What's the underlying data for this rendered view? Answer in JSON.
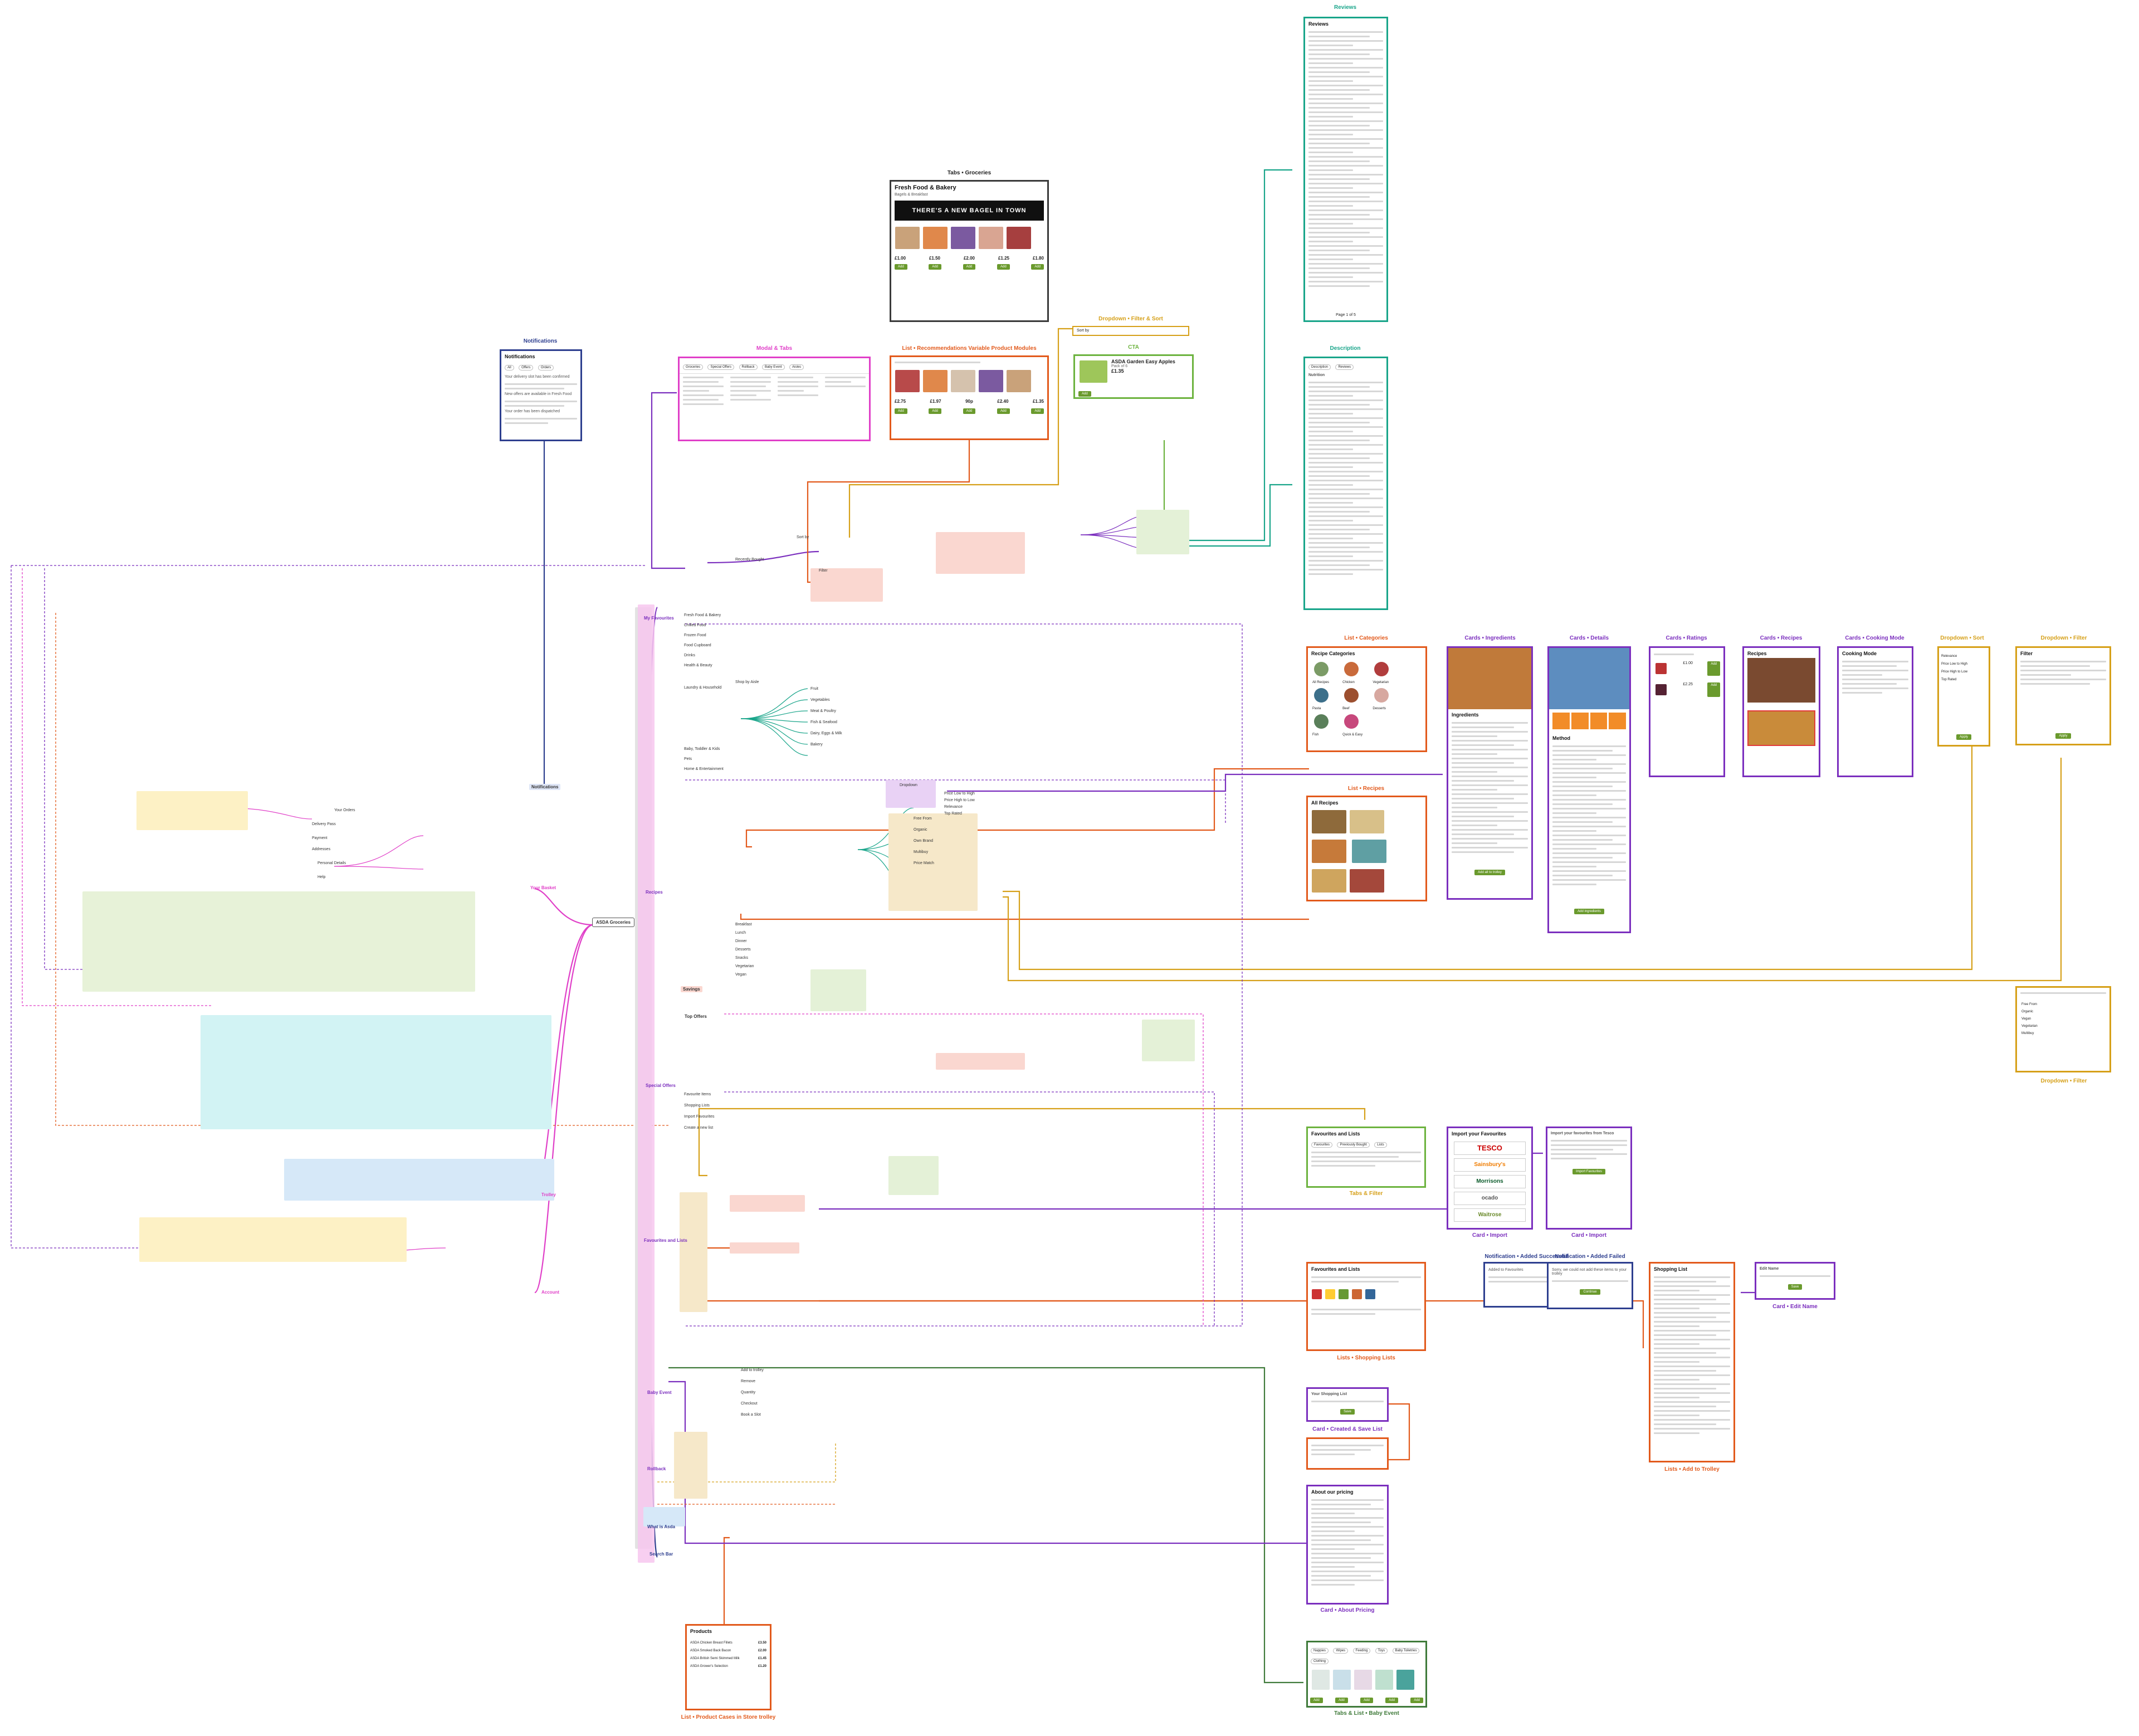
{
  "root": {
    "label": "ASDA Groceries"
  },
  "hubs": {
    "my_favourites": "My Favourites",
    "recipes": "Recipes",
    "savings": "Savings",
    "top_offers": "Top Offers",
    "special_offers": "Special Offers",
    "favourites_and_lists": "Favourites and Lists",
    "baby_event": "Baby Event",
    "rollback": "Rollback",
    "what_is_asda": "What is Asda",
    "search_bar": "Search Bar",
    "notifications": "Notifications",
    "your_basket": "Your Basket",
    "trolley": "Trolley",
    "account": "Account"
  },
  "tree_labels": [
    "Fresh Food & Bakery",
    "Chilled Food",
    "Frozen Food",
    "Food Cupboard",
    "Drinks",
    "Health & Beauty",
    "Laundry & Household",
    "Baby, Toddler & Kids",
    "Pets",
    "Home & Entertainment",
    "Fruit",
    "Vegetables",
    "Meat & Poultry",
    "Fish & Seafood",
    "Dairy, Eggs & Milk",
    "Bakery",
    "Recently Bought",
    "Shop by Aisle",
    "Sort by",
    "Filter",
    "Breakfast",
    "Lunch",
    "Dinner",
    "Desserts",
    "Snacks",
    "Vegetarian",
    "Vegan",
    "Your Orders",
    "Delivery Pass",
    "Payment",
    "Addresses",
    "Personal Details",
    "Help",
    "Favourite Items",
    "Shopping Lists",
    "Import Favourites",
    "Create a new list",
    "Add to trolley",
    "Remove",
    "Quantity",
    "Checkout",
    "Book a Slot",
    "Dropdown",
    "Price Low to High",
    "Price High to Low",
    "Relevance",
    "Top Rated",
    "Free From",
    "Organic",
    "Own Brand",
    "Multibuy",
    "Price Match"
  ],
  "screens": {
    "notifications": {
      "title": "Notifications",
      "heading": "Notifications",
      "tabs": [
        "All",
        "Offers",
        "Orders"
      ],
      "items": [
        "Your delivery slot has been confirmed",
        "New offers are available in Fresh Food",
        "Your order has been dispatched"
      ]
    },
    "tabs_groceries": {
      "title": "Tabs • Groceries",
      "heading": "Fresh Food & Bakery",
      "banner": "THERE'S A NEW BAGEL IN TOWN",
      "subheading": "Bagels & Breakfast",
      "prices": [
        "£1.00",
        "£1.50",
        "£2.00",
        "£1.25",
        "£1.80"
      ]
    },
    "list_recs": {
      "title": "List • Recommendations Variable Product Modules",
      "prices": [
        "£2.75",
        "£1.97",
        "90p",
        "£2.40",
        "£1.35"
      ]
    },
    "modal_tabs": {
      "title": "Modal & Tabs",
      "tabs": [
        "Groceries",
        "Special Offers",
        "Rollback",
        "Baby Event",
        "Aisles"
      ]
    },
    "dropdown_filter_sort": {
      "title": "Dropdown • Filter & Sort",
      "placeholder": "Sort by"
    },
    "cta": {
      "title": "CTA",
      "product": "ASDA Garden Easy Apples",
      "meta": "Pack of 6",
      "price": "£1.35",
      "button": "Add"
    },
    "reviews": {
      "title": "Reviews",
      "heading": "Reviews",
      "footer": "Page 1 of 5"
    },
    "description": {
      "title": "Description",
      "tabs": [
        "Description",
        "Reviews"
      ],
      "heading": "Nutrition"
    },
    "list_categories": {
      "title": "List • Categories",
      "heading": "Recipe Categories",
      "items": [
        "All Recipes",
        "Chicken",
        "Vegetarian",
        "Pasta",
        "Beef",
        "Desserts",
        "Fish",
        "Quick & Easy"
      ]
    },
    "card_ingredients": {
      "title": "Cards • Ingredients",
      "heading": "Ingredients",
      "button": "Add all to trolley"
    },
    "card_details": {
      "title": "Cards • Details",
      "heading": "Method",
      "button": "Add ingredients"
    },
    "card_ratings": {
      "title": "Cards • Ratings",
      "prices": [
        "£1.00",
        "£2.25"
      ]
    },
    "card_recipes": {
      "title": "Cards • Recipes",
      "heading": "Recipes"
    },
    "card_cooking_mode": {
      "title": "Cards • Cooking Mode",
      "heading": "Cooking Mode"
    },
    "dropdown_sort": {
      "title": "Dropdown • Sort",
      "options": [
        "Relevance",
        "Price Low to High",
        "Price High to Low",
        "Top Rated"
      ],
      "button": "Apply"
    },
    "dropdown_filter_top": {
      "title": "Dropdown • Filter",
      "heading": "Filter",
      "button": "Apply"
    },
    "list_recipes": {
      "title": "List • Recipes",
      "heading": "All Recipes"
    },
    "dropdown_filter_bottom": {
      "title": "Dropdown • Filter",
      "options": [
        "Free From",
        "Organic",
        "Vegan",
        "Vegetarian",
        "Multibuy"
      ]
    },
    "tabs_filter": {
      "title": "Tabs & Filter",
      "heading": "Favourites and Lists",
      "tabs": [
        "Favourites",
        "Previously Bought",
        "Lists"
      ]
    },
    "card_import": {
      "title": "Card • Import",
      "heading": "Import your Favourites",
      "brands": [
        "TESCO",
        "Sainsbury's",
        "Morrisons",
        "ocado",
        "Waitrose"
      ]
    },
    "card_import_2": {
      "title": "Card • Import",
      "heading": "Import your favourites from Tesco",
      "button": "Import Favourites"
    },
    "lists_shopping": {
      "title": "Lists • Shopping Lists",
      "heading": "Favourites and Lists"
    },
    "notif_added_success": {
      "title": "Notification • Added Successful",
      "text": "Added to Favourites"
    },
    "notif_added_failed": {
      "title": "Notification • Added Failed",
      "text": "Sorry, we could not add these items to your trolley",
      "button": "Continue"
    },
    "list_add_trolley": {
      "title": "Lists • Add to Trolley",
      "heading": "Shopping List"
    },
    "card_edit_name": {
      "title": "Card • Edit Name",
      "heading": "Edit Name",
      "button": "Save"
    },
    "card_create_list": {
      "title": "Card • Created & Save List",
      "heading": "Your Shopping List",
      "button": "Save"
    },
    "card_about_pricing": {
      "title": "Card • About Pricing",
      "heading": "About our pricing"
    },
    "product_cases": {
      "title": "List • Product Cases in Store trolley",
      "heading": "Products",
      "items": [
        {
          "name": "ASDA Chicken Breast Fillets",
          "price": "£3.50"
        },
        {
          "name": "ASDA Smoked Back Bacon",
          "price": "£2.00"
        },
        {
          "name": "ASDA British Semi Skimmed Milk",
          "price": "£1.45"
        },
        {
          "name": "ASDA Grower's Selection",
          "price": "£1.20"
        }
      ]
    },
    "tabs_baby_event": {
      "title": "Tabs & List • Baby Event",
      "tabs": [
        "Nappies",
        "Wipes",
        "Feeding",
        "Toys",
        "Baby Toiletries",
        "Clothing"
      ]
    }
  },
  "colors": {
    "purple": "#7b2fbe",
    "magenta": "#e03fc8",
    "orange": "#e25a1c",
    "gold": "#d6a019",
    "teal": "#19a58a",
    "green": "#6db33f",
    "navy": "#2e3f8f",
    "lightblue": "#42a0d8",
    "red": "#e23a3a",
    "darkgreen": "#3f7a3a"
  }
}
